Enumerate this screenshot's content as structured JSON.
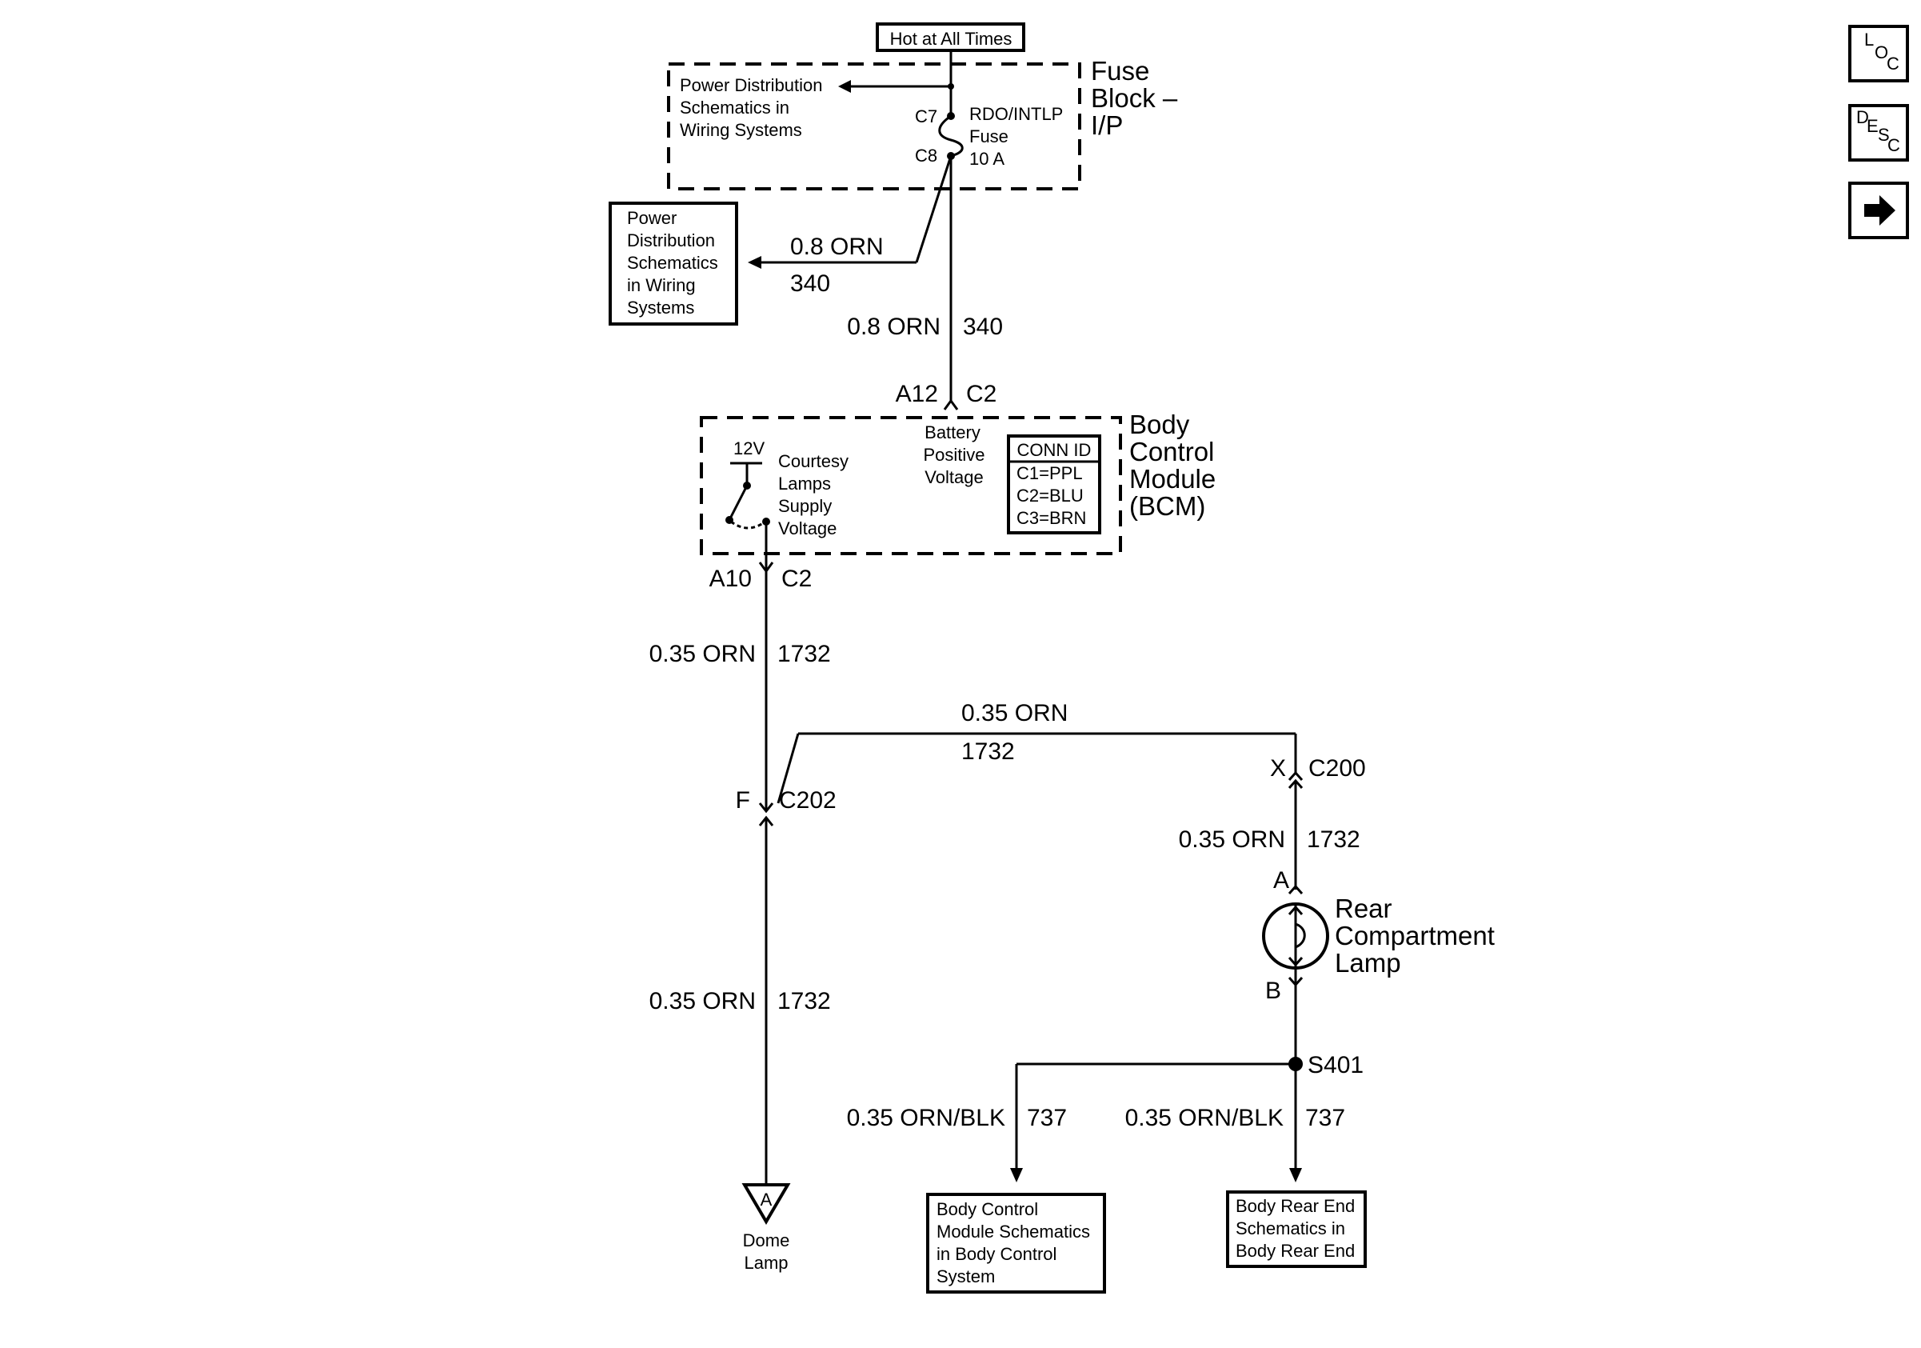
{
  "nav": {
    "loc_letters": [
      "L",
      "O",
      "C"
    ],
    "desc_letters": [
      "D",
      "E",
      "S",
      "C"
    ],
    "next_icon": "right-arrow-icon"
  },
  "fuse_block": {
    "hot_label": "Hot at All Times",
    "title_line1": "Fuse",
    "title_line2": "Block –",
    "title_line3": "I/P",
    "pd_ref_line1": "Power Distribution",
    "pd_ref_line2": "Schematics in",
    "pd_ref_line3": "Wiring Systems",
    "pin_in": "C7",
    "pin_out": "C8",
    "fuse_name": "RDO/INTLP",
    "fuse_word": "Fuse",
    "fuse_rating": "10 A"
  },
  "pd_box": {
    "line1": "Power",
    "line2": "Distribution",
    "line3": "Schematics",
    "line4": "in Wiring",
    "line5": "Systems"
  },
  "wires": {
    "branch_gauge": "0.8 ORN",
    "branch_circuit": "340",
    "main_gauge": "0.8 ORN",
    "main_circuit": "340",
    "bcm_out_gauge": "0.35 ORN",
    "bcm_out_circuit": "1732",
    "top_run_gauge": "0.35 ORN",
    "top_run_circuit": "1732",
    "lamp_feed_gauge": "0.35 ORN",
    "lamp_feed_circuit": "1732",
    "dome_gauge": "0.35 ORN",
    "dome_circuit": "1732",
    "left_ground_gauge": "0.35 ORN/BLK",
    "left_ground_circuit": "737",
    "right_ground_gauge": "0.35 ORN/BLK",
    "right_ground_circuit": "737"
  },
  "bcm": {
    "in_pin": "A12",
    "in_conn": "C2",
    "out_pin": "A10",
    "out_conn": "C2",
    "title_line1": "Body",
    "title_line2": "Control",
    "title_line3": "Module",
    "title_line4": "(BCM)",
    "batt_line1": "Battery",
    "batt_line2": "Positive",
    "batt_line3": "Voltage",
    "v12": "12V",
    "court_line1": "Courtesy",
    "court_line2": "Lamps",
    "court_line3": "Supply",
    "court_line4": "Voltage",
    "conn_header": "CONN ID",
    "conn_rows": [
      "C1=PPL",
      "C2=BLU",
      "C3=BRN"
    ]
  },
  "connectors": {
    "c202_pin": "F",
    "c202_name": "C202",
    "c200_pin": "X",
    "c200_name": "C200",
    "splice": "S401"
  },
  "lamp": {
    "pin_a": "A",
    "pin_b": "B",
    "line1": "Rear",
    "line2": "Compartment",
    "line3": "Lamp"
  },
  "dome": {
    "marker": "A",
    "line1": "Dome",
    "line2": "Lamp"
  },
  "bcm_ref": {
    "line1": "Body Control",
    "line2": "Module Schematics",
    "line3": "in Body Control",
    "line4": "System"
  },
  "rear_ref": {
    "line1": "Body Rear End",
    "line2": "Schematics in",
    "line3": "Body Rear End"
  }
}
